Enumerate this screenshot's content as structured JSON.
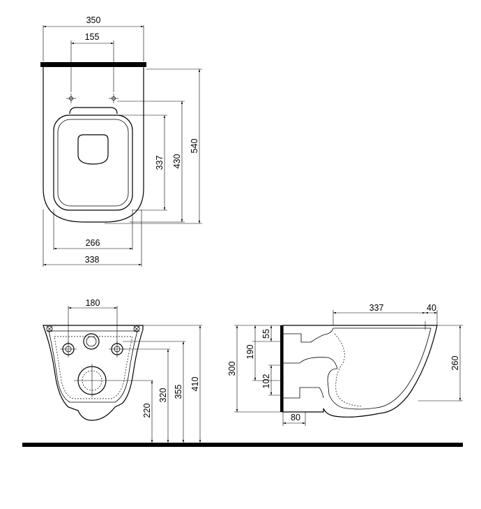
{
  "top_view": {
    "dim_width": "350",
    "dim_holes": "155",
    "dim_seat_width": "266",
    "dim_base_width": "338",
    "dim_seat_length": "337",
    "dim_length_430": "430",
    "dim_length": "540"
  },
  "rear_view": {
    "dim_bolts": "180",
    "dim_220": "220",
    "dim_320": "320",
    "dim_355": "355",
    "dim_410": "410"
  },
  "side_view": {
    "dim_337": "337",
    "dim_40": "40",
    "dim_55": "55",
    "dim_190": "190",
    "dim_300": "300",
    "dim_102": "102",
    "dim_260": "260",
    "dim_80": "80"
  }
}
